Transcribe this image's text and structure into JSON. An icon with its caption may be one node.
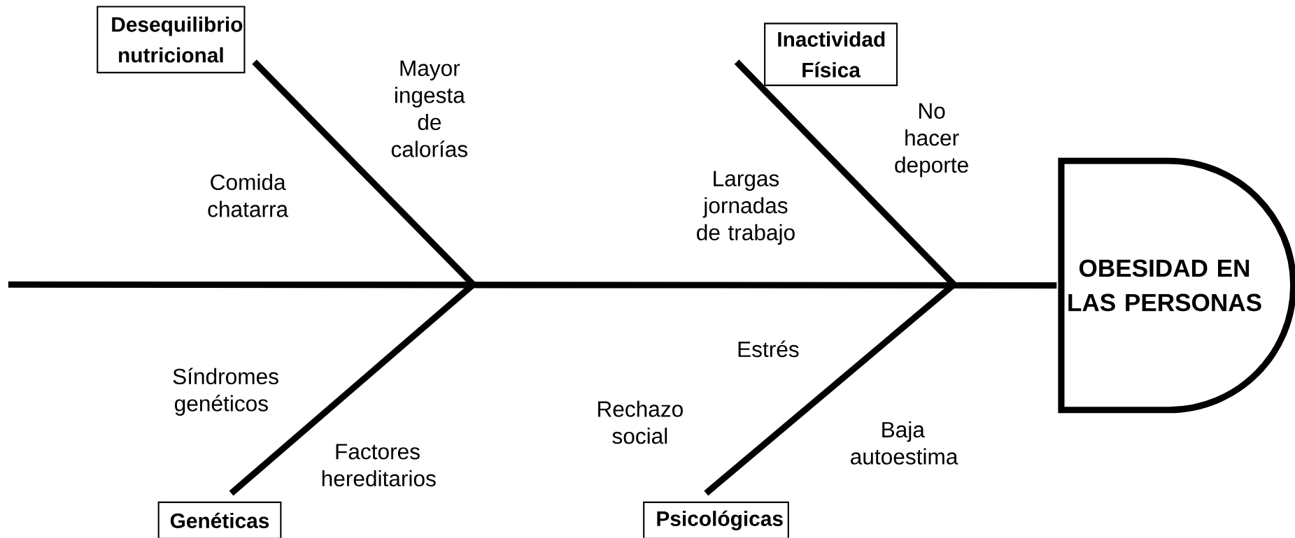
{
  "diagram": {
    "nodes": [
      {
        "text": [
          "Desequilibrio nutricional"
        ]
      },
      {
        "text": [
          "Inactividad Física"
        ]
      },
      {
        "text": [
          "Genéticas"
        ]
      },
      {
        "text": [
          "Psicológicas"
        ]
      },
      {
        "text": [
          "OBESIDAD EN LAS PERSONAS"
        ]
      }
    ],
    "edges": [
      {
        "from": null,
        "to": 4,
        "arrow": "none"
      }
    ],
    "labels": [
      "Mayor ingesta de calorías",
      "No hacer deporte",
      "Comida chatarra",
      "Largas jornadas de trabajo",
      "Estrés",
      "Síndromes genéticos",
      "Rechazo social",
      "Baja autoestima",
      "Factores hereditarios"
    ]
  }
}
